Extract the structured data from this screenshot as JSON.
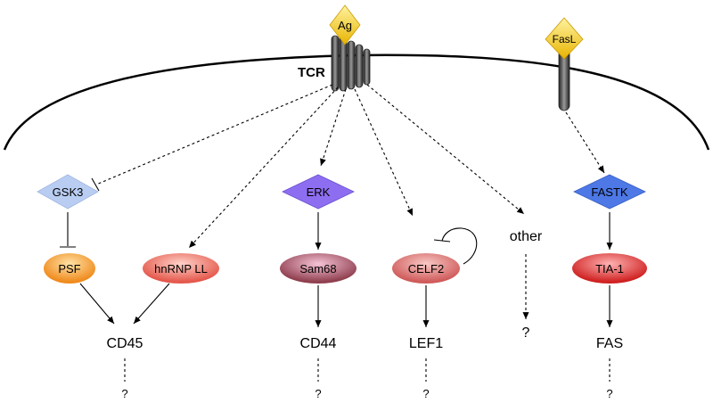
{
  "receptors": {
    "tcr": "TCR",
    "ag": "Ag",
    "fasl": "FasL"
  },
  "kinases": {
    "gsk3": "GSK3",
    "erk": "ERK",
    "fastk": "FASTK"
  },
  "splicing_factors": {
    "psf": "PSF",
    "hnrnp": "hnRNP LL",
    "sam68": "Sam68",
    "celf2": "CELF2",
    "tia1": "TIA-1"
  },
  "targets": {
    "cd45": "CD45",
    "cd44": "CD44",
    "lef1": "LEF1",
    "fas": "FAS",
    "other": "other"
  },
  "unknown": "?",
  "colors": {
    "gsk3": "#b9cdf2",
    "erk": "#8e6ef0",
    "fastk": "#4d78e6",
    "psf": "#f49a36",
    "hnrnp": "#ef6f66",
    "sam68": "#b5606e",
    "celf2": "#e07a7a",
    "tia1": "#e34848",
    "ag_diamond": "#f2c200",
    "fasl_diamond": "#f2c200",
    "receptor": "#555555"
  }
}
